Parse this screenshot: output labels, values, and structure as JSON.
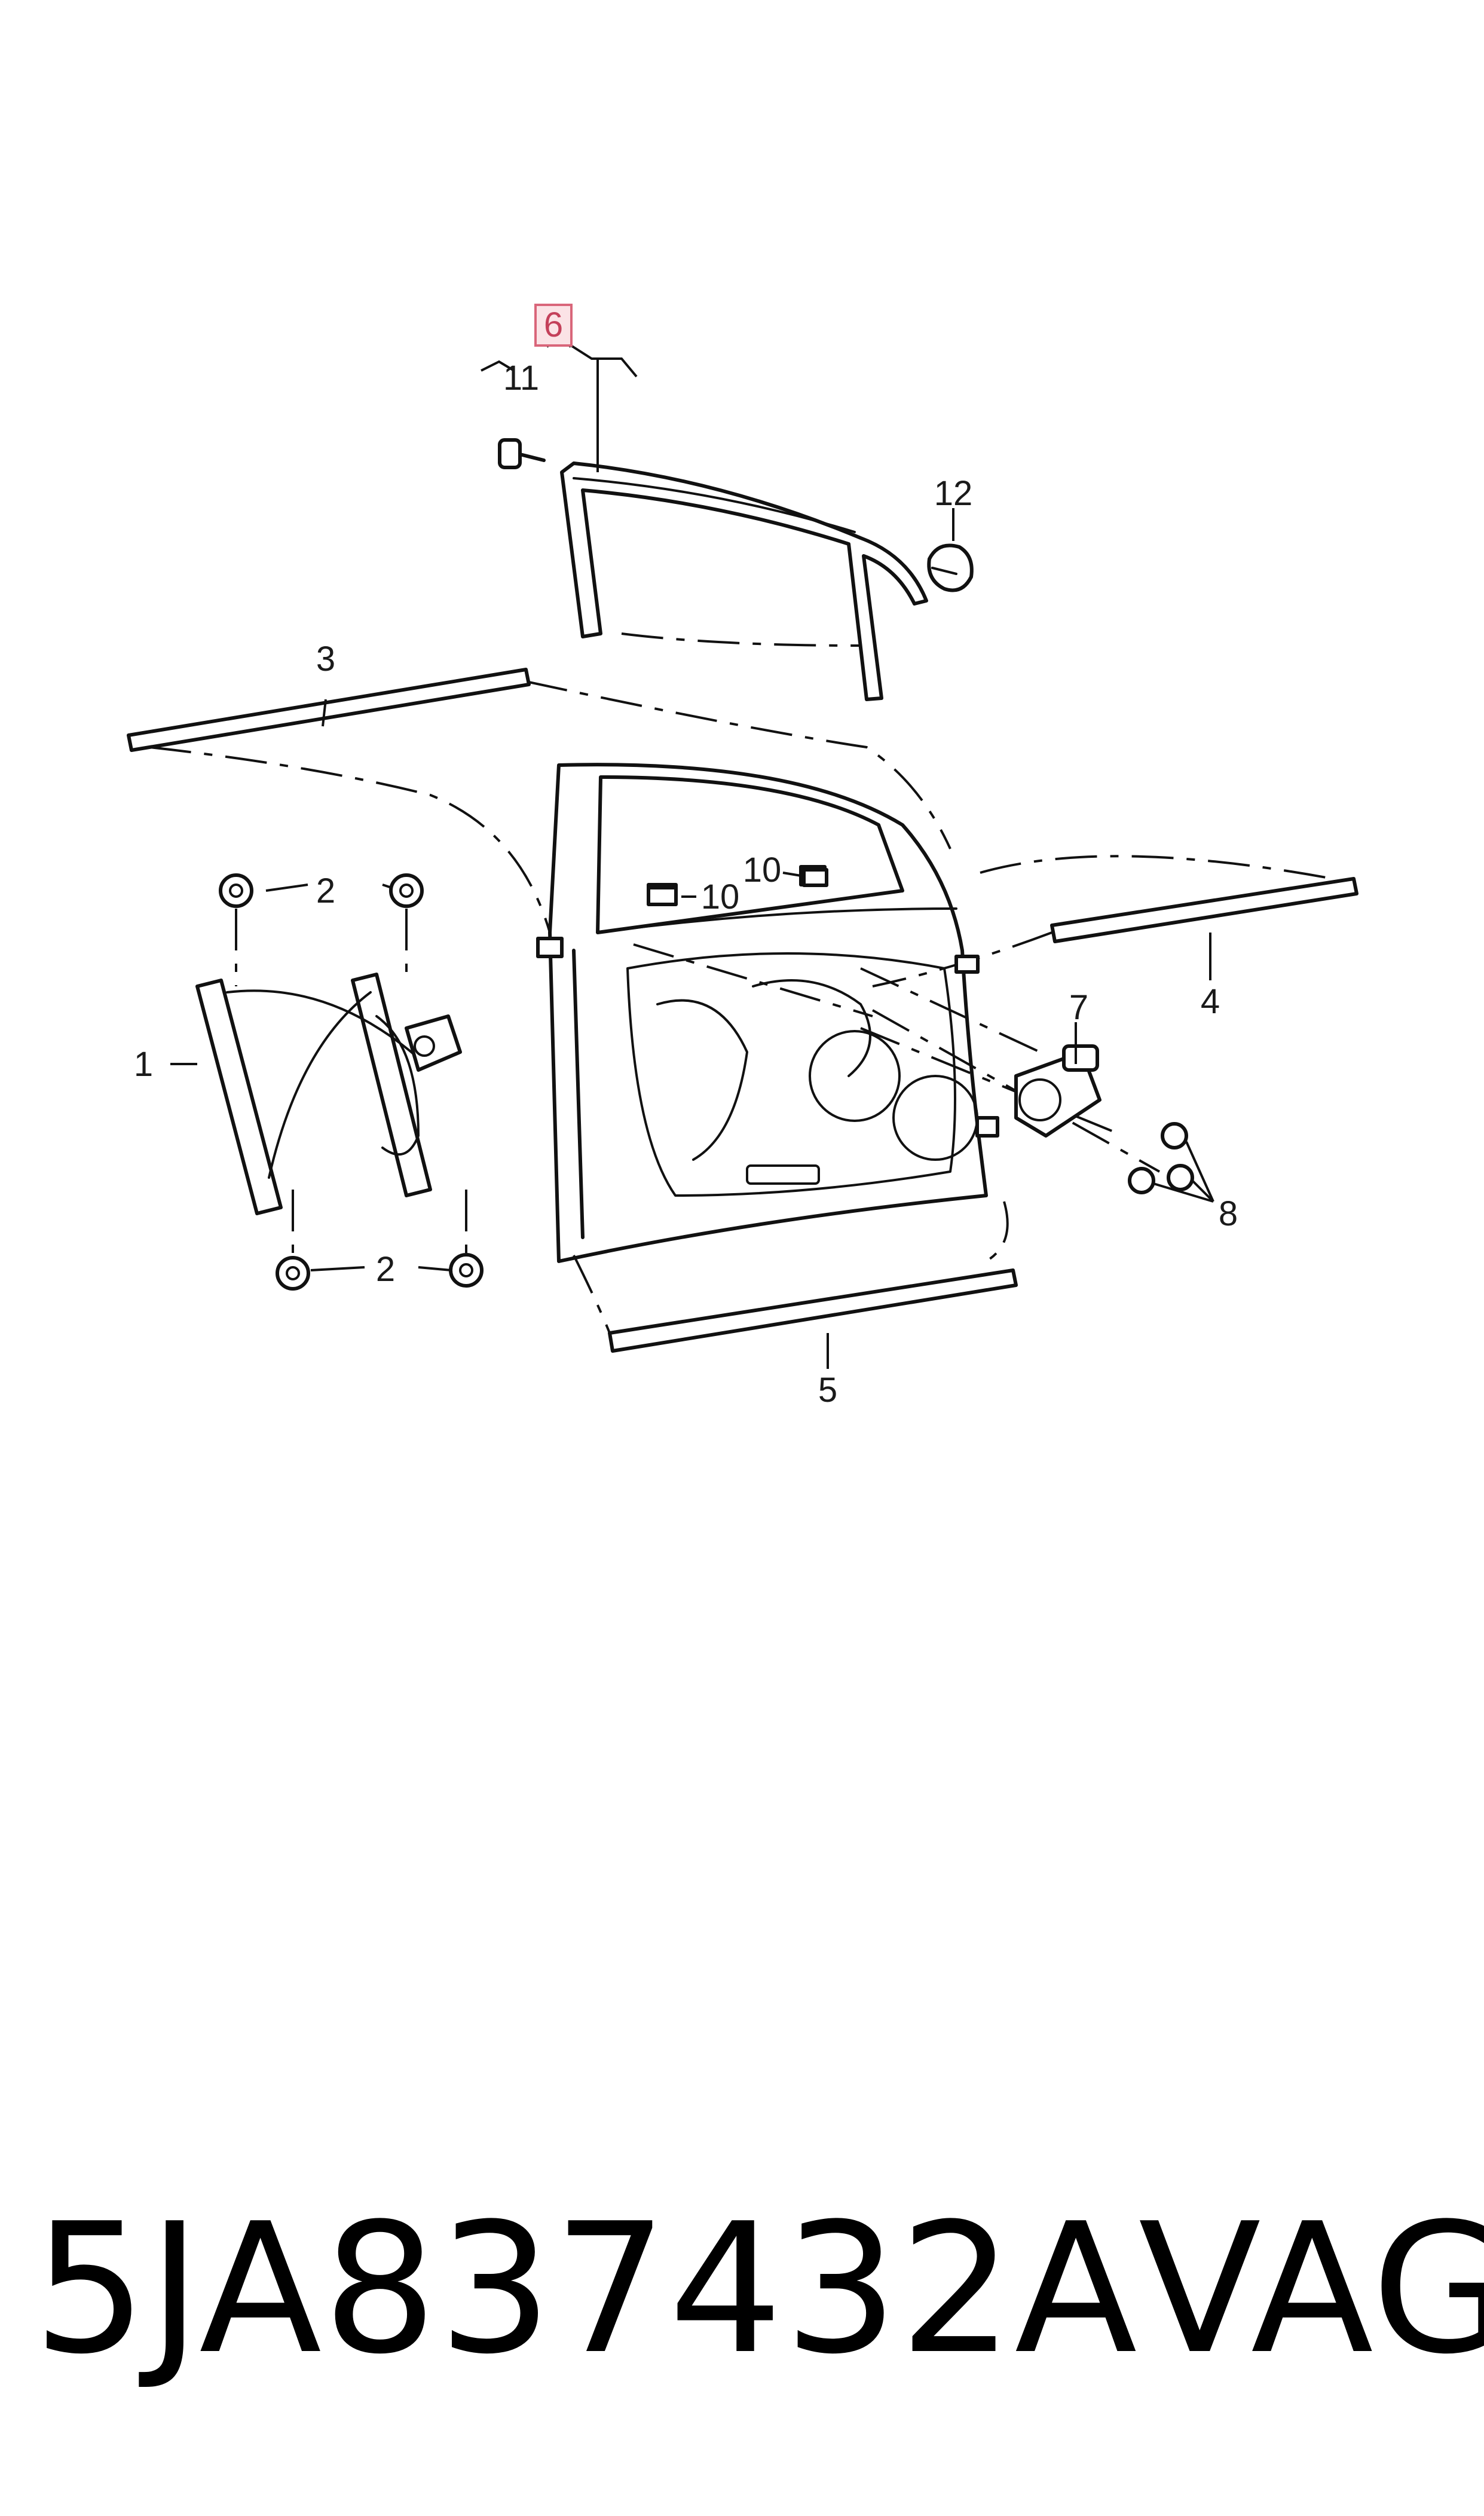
{
  "callouts": {
    "c1": "1",
    "c2a": "2",
    "c2b": "2",
    "c3": "3",
    "c4": "4",
    "c5": "5",
    "c6": "6",
    "c7": "7",
    "c8": "8",
    "c10a": "10",
    "c10b": "10",
    "c11": "11",
    "c12": "12"
  },
  "highlight_color": "#d9667a",
  "footer": {
    "part_number": "5JA837432A",
    "brand": "VAG"
  }
}
